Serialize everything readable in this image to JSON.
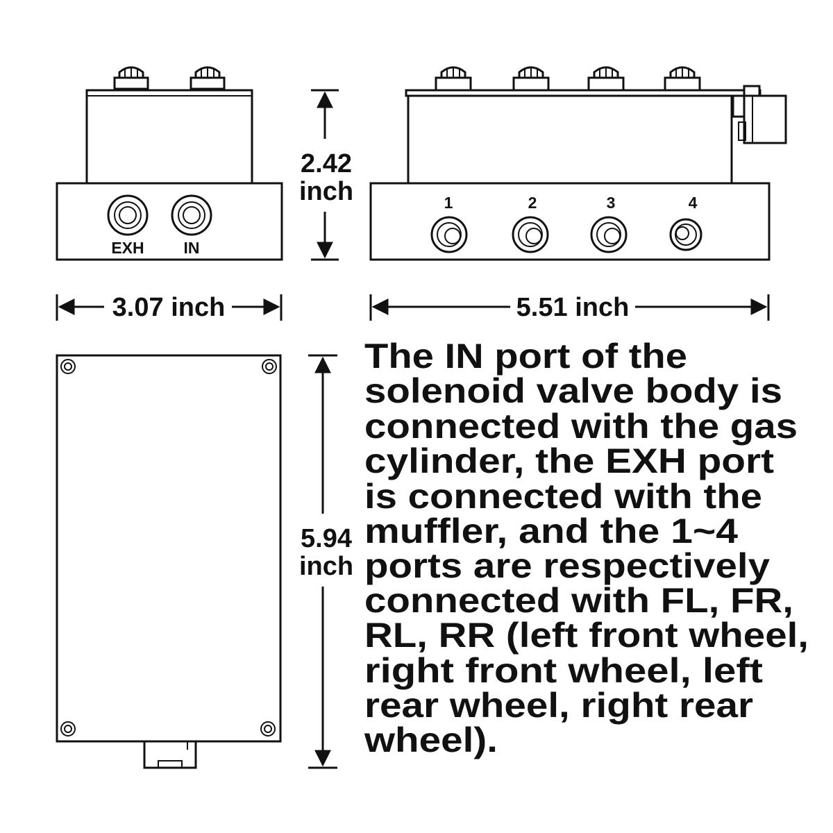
{
  "front_view": {
    "ports": [
      {
        "label": "EXH"
      },
      {
        "label": "IN"
      }
    ],
    "width_label": "3.07 inch"
  },
  "side_view": {
    "ports": [
      {
        "label": "1"
      },
      {
        "label": "2"
      },
      {
        "label": "3"
      },
      {
        "label": "4"
      }
    ],
    "width_label": "5.51 inch",
    "height_label": [
      "2.42",
      "inch"
    ]
  },
  "bottom_view": {
    "height_label": [
      "5.94",
      "inch"
    ]
  },
  "description": {
    "lines": [
      "The IN port of the",
      "solenoid valve body is",
      "connected with the gas",
      "cylinder, the EXH port",
      "is connected with the",
      "muffler, and the 1~4",
      "ports are respectively",
      "connected with FL, FR,",
      "RL, RR (left front wheel,",
      " right front wheel, left",
      "rear wheel, right rear",
      "wheel)."
    ]
  }
}
